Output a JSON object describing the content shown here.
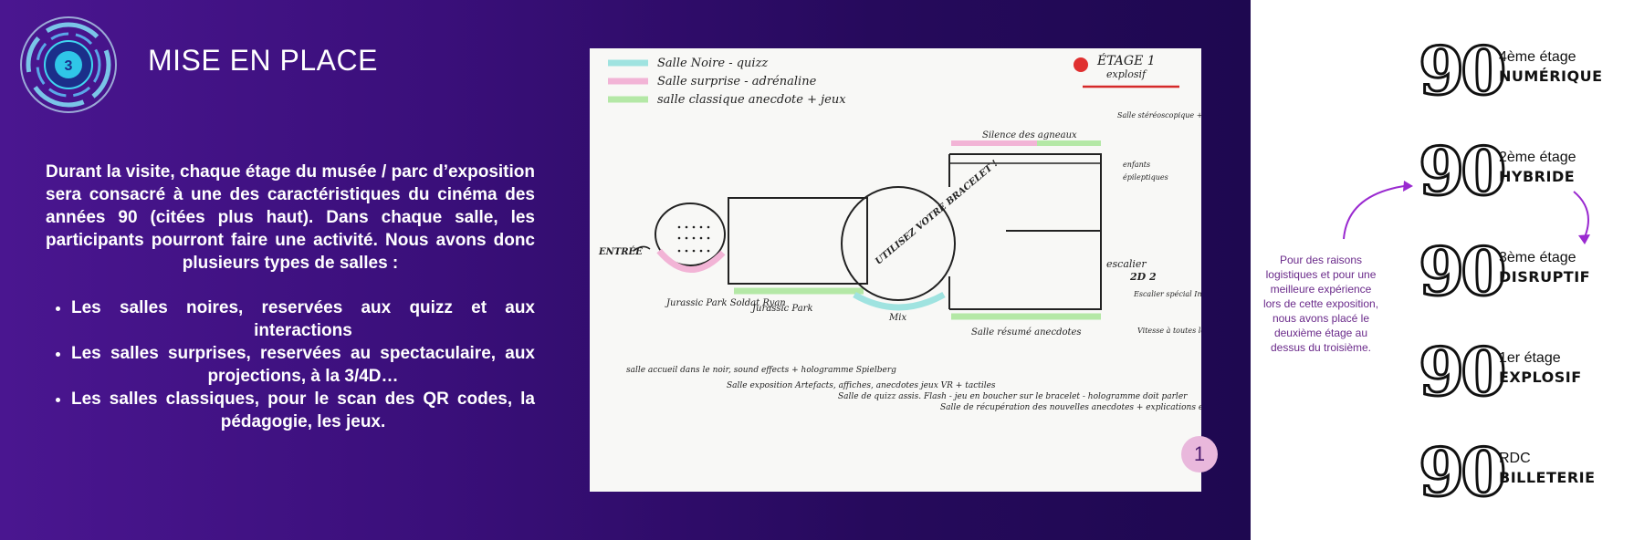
{
  "slide": {
    "logo_number": "3",
    "title": "MISE EN PLACE",
    "intro": "Durant la visite, chaque étage du musée / parc d’exposition sera consacré à une des caractéristiques du cinéma des années 90 (citées plus haut). Dans chaque salle, les participants pourront faire une activité. Nous avons donc plusieurs types de salles :",
    "bullets": [
      "Les salles noires, reservées aux quizz et aux interactions",
      "Les salles surprises, reservées au spectaculaire, aux projections, à la 3/4D…",
      "Les salles classiques, pour le scan des QR codes, la pédagogie, les jeux."
    ],
    "page_number": "1"
  },
  "sketch": {
    "legend": [
      "Salle Noire - quizz",
      "Salle surprise - adrénaline",
      "salle classique anecdote + jeux"
    ],
    "legend_colors": [
      "#9fe3e0",
      "#f2b4d6",
      "#b4e8a6"
    ],
    "floor_label": "ÉTAGE 1",
    "floor_sub": "explosif",
    "labels": {
      "entree": "ENTRÉE",
      "jurassic_soldat": "Jurassic Park\nSoldat Ryan",
      "jurassic_park": "Jurassic Park",
      "mix": "Mix",
      "silence": "Silence des agneaux",
      "salle_resume": "Salle résumé anecdotes",
      "escalier": "escalier",
      "escalier_num": "2D 2",
      "utilisez": "UTILISEZ VOTRE BRACELET !",
      "note_top_right": "Salle stéréoscopique + analyse filmique - adultes/ado.",
      "note_enfants": "enfants",
      "note_epileptiques": "épileptiques",
      "note_escalier": "Escalier spécial Independence Day",
      "note_stairs": "Vitesse à toutes les étapes",
      "note1": "salle accueil dans le noir, sound effects + hologramme Spielberg",
      "note2": "Salle exposition Artefacts, affiches, anecdotes jeux VR + tactiles",
      "note3": "Salle de quizz assis. Flash - jeu en boucher sur le bracelet - hologramme doit parler",
      "note4": "Salle de récupération des nouvelles anecdotes + explications en VR pour les fans de cinéma..."
    }
  },
  "floors": [
    {
      "number": "90",
      "stage": "4ème étage",
      "name": "NUMÉRIQUE"
    },
    {
      "number": "90",
      "stage": "2ème étage",
      "name": "HYBRIDE"
    },
    {
      "number": "90",
      "stage": "3ème étage",
      "name": "DISRUPTIF"
    },
    {
      "number": "90",
      "stage": "1er étage",
      "name": "EXPLOSIF"
    },
    {
      "number": "90",
      "stage": "RDC",
      "name": "BILLETERIE"
    }
  ],
  "floor_note": "Pour des raisons logistiques et pour une meilleure expérience lors de cette exposition, nous avons placé le deuxième étage au dessus du troisième.",
  "colors": {
    "bg_left": "#3a0f7a",
    "accent_pink": "#e9b8dc",
    "note_purple": "#6a2a8a",
    "logo_cyan": "#3fd6f0"
  }
}
